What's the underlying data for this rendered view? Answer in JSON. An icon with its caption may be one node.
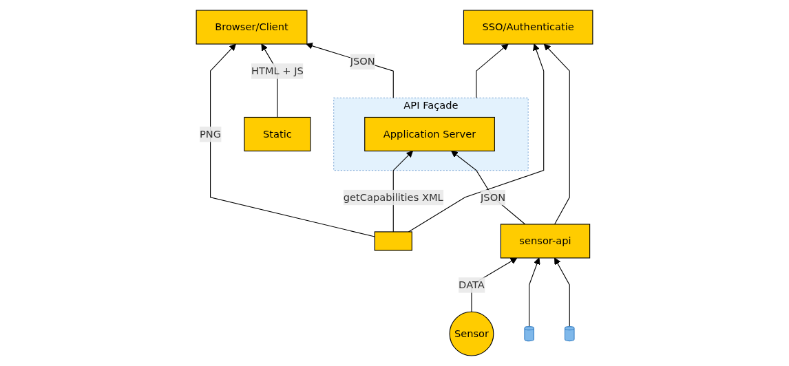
{
  "diagram": {
    "nodes": [
      {
        "text": [
          "Browser/Client"
        ]
      },
      {
        "text": [
          "API Façade"
        ]
      },
      {
        "text": [],
        "shape": "box"
      },
      {
        "text": [
          "Application Server"
        ],
        "in": 1
      },
      {
        "text": [
          "sensor-api"
        ]
      },
      {
        "text": [
          "Static"
        ]
      },
      {
        "text": [
          "SSO/Authenticatie"
        ]
      },
      {
        "text": [],
        "shape": "cylinder"
      },
      {
        "text": [],
        "shape": "cylinder"
      },
      {
        "text": [
          "Sensor"
        ]
      }
    ],
    "edges": [
      {
        "from": 2,
        "to": 0,
        "arrow": "to",
        "label": "PNG"
      },
      {
        "from": 1,
        "to": 0,
        "arrow": "to",
        "label": "JSON"
      },
      {
        "from": 5,
        "to": 0,
        "arrow": "to",
        "label": "HTML + JS"
      },
      {
        "from": 2,
        "to": 3,
        "arrow": "to",
        "label": "getCapabilities XML"
      },
      {
        "from": 4,
        "to": 3,
        "arrow": "to",
        "label": "JSON"
      },
      {
        "from": 2,
        "to": 6,
        "arrow": "to"
      },
      {
        "from": 1,
        "to": 6,
        "arrow": "to"
      },
      {
        "from": 4,
        "to": 6,
        "arrow": "to"
      },
      {
        "from": 9,
        "to": 4,
        "arrow": "to",
        "label": "DATA"
      },
      {
        "from": 7,
        "to": 4,
        "arrow": "to"
      },
      {
        "from": 8,
        "to": 4,
        "arrow": "to"
      }
    ]
  }
}
